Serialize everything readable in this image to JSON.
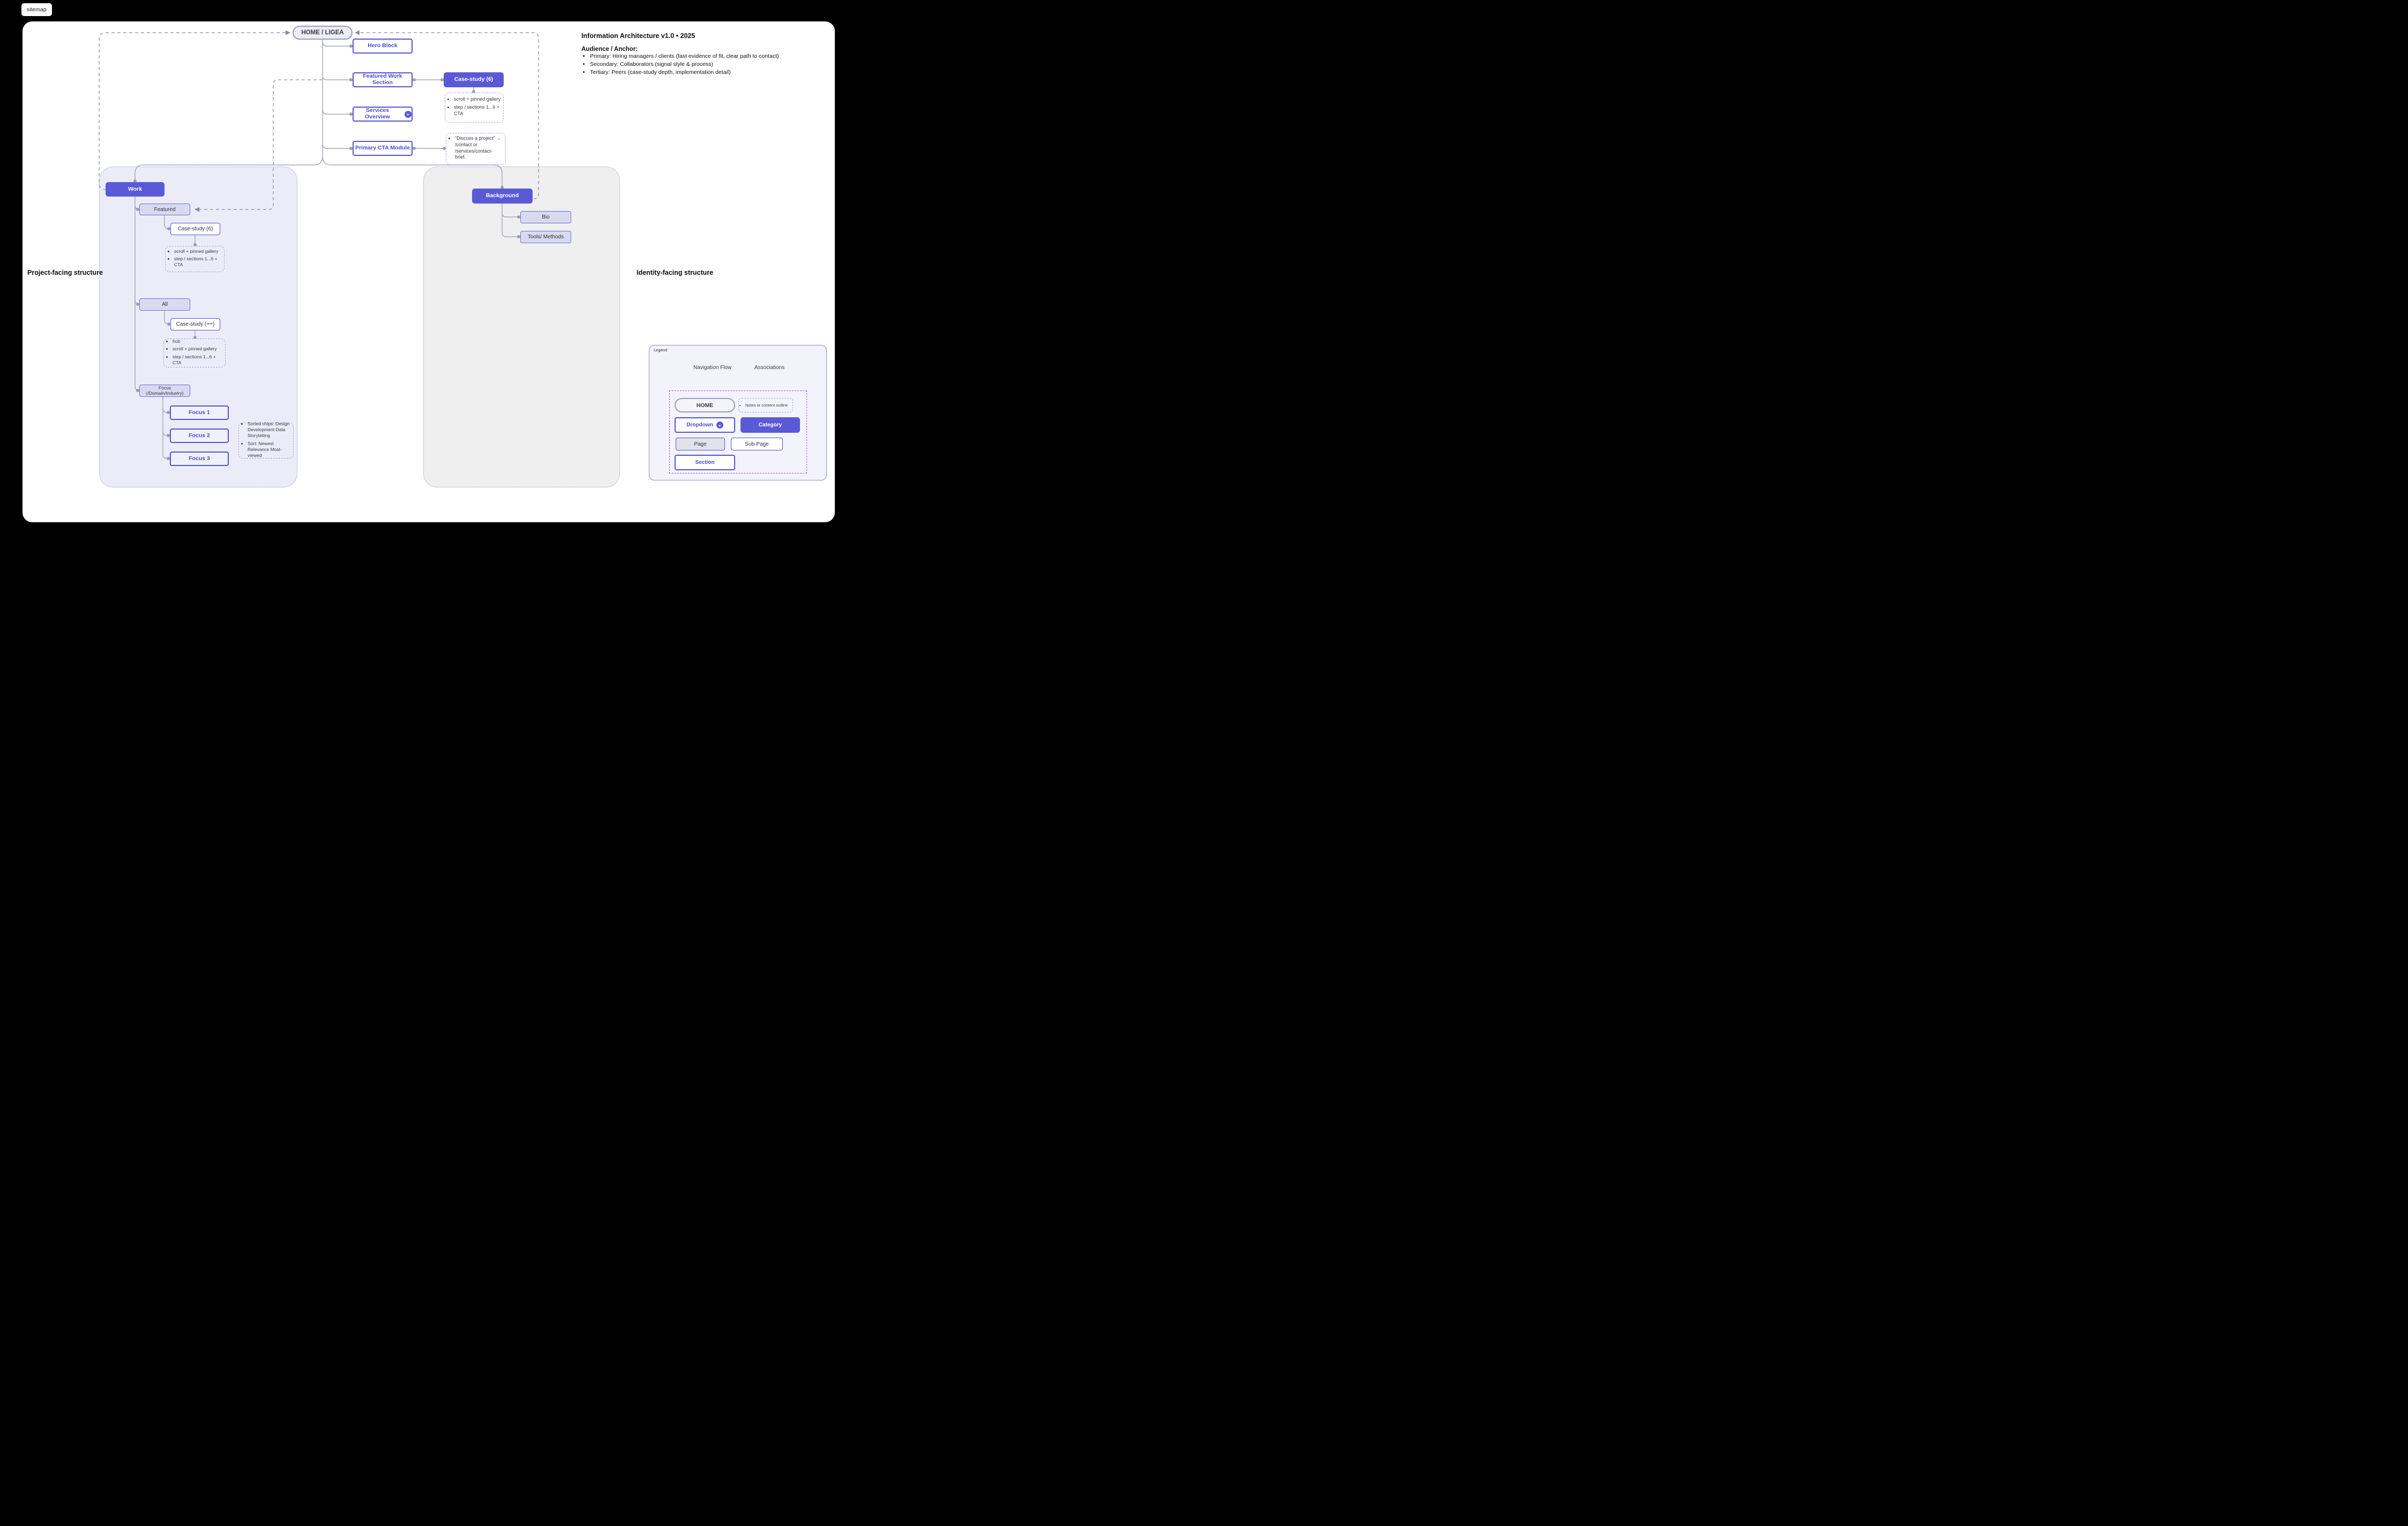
{
  "frame_label": "sitemap",
  "home": {
    "label": "HOME / LIGEA"
  },
  "annotations": {
    "title": "Information Architecture v1.0 • 2025",
    "audience_heading": "Audience / Anchor:",
    "audience_items": [
      "Primary: Hiring managers / clients (fast evidence of fit, clear path to contact)",
      "Secondary: Collaborators (signal style & process)",
      "Tertiary: Peers (case-study depth, implementation detail)"
    ],
    "left_label": "Project-facing structure",
    "right_label": "Identity-facing structure"
  },
  "home_children": {
    "hero": "Hero Block",
    "featured_work": "Featured Work Section",
    "case_study_6": "Case-study (6)",
    "services": "Services Overview",
    "primary_cta": "Primary CTA Module"
  },
  "notes": {
    "case_study_6": [
      "scroll + pinned gallery",
      "step / sections 1...6 + CTA"
    ],
    "primary_cta": [
      "“Discuss a project” → /contact or /services/contact-brief."
    ],
    "work_featured_cs": [
      "scroll + pinned gallery",
      "step / sections 1...6 + CTA"
    ],
    "work_all_cs": [
      "hub",
      "scroll + pinned gallery",
      "step / sections 1...6 + CTA"
    ],
    "focus": [
      "Sorted chips: Design Development Data Storytelling",
      "Sort: Newest Relevance Most-viewed"
    ]
  },
  "work": {
    "root": "Work",
    "featured": "Featured",
    "featured_cs": "Case-study (6)",
    "all": "All",
    "all_cs": "Case-study (++)",
    "focus_label": "Focus (/Domain/Industry)",
    "focus_items": [
      "Focus 1",
      "Focus 2",
      "Focus 3"
    ]
  },
  "background": {
    "root": "Background",
    "bio": "Bio",
    "tools": "Tools/ Methods"
  },
  "legend": {
    "label": "Legend",
    "nav_flow": "Navigation Flow",
    "associations": "Associations",
    "home": "HOME",
    "notes_items": [
      "Notes or content outline"
    ],
    "dropdown": "Dropdown",
    "category": "Category",
    "page": "Page",
    "subpage": "Sub-Page",
    "section": "Section"
  },
  "icons": {
    "chevron_down": "⌄"
  },
  "colors": {
    "accent": "#5b5ad6",
    "accent_border": "#5452d6",
    "panel_work": "#ececf8",
    "panel_background": "#efefef",
    "wire": "#a8a8bc",
    "legend_dashed": "#9747ff"
  }
}
